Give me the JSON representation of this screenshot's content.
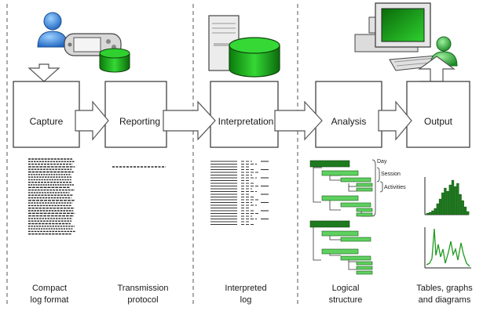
{
  "stages": [
    {
      "id": "capture",
      "label": "Capture"
    },
    {
      "id": "reporting",
      "label": "Reporting"
    },
    {
      "id": "interpretation",
      "label": "Interpretation"
    },
    {
      "id": "analysis",
      "label": "Analysis"
    },
    {
      "id": "output",
      "label": "Output"
    }
  ],
  "captions": [
    {
      "id": "compact",
      "lines": [
        "Compact",
        "log  format"
      ]
    },
    {
      "id": "transmission",
      "lines": [
        "Transmission",
        "protocol"
      ]
    },
    {
      "id": "interpreted",
      "lines": [
        "Interpreted",
        "log"
      ]
    },
    {
      "id": "logical",
      "lines": [
        "Logical",
        "structure"
      ]
    },
    {
      "id": "tables",
      "lines": [
        "Tables, graphs",
        "and diagrams"
      ]
    }
  ],
  "tree_labels": {
    "day": "Day",
    "session": "Session",
    "activities": "Activities"
  },
  "colors": {
    "green_dark": "#1e7a1e",
    "green_light": "#5fd05f",
    "user_blue": "#2f7fd6",
    "user_green": "#2e9e3a",
    "box_border": "#333333",
    "arrow_fill": "#ffffff"
  },
  "icons": [
    "user-blue-icon",
    "handheld-device-icon",
    "database-icon",
    "server-tower-icon",
    "computer-workstation-icon",
    "user-green-icon"
  ]
}
